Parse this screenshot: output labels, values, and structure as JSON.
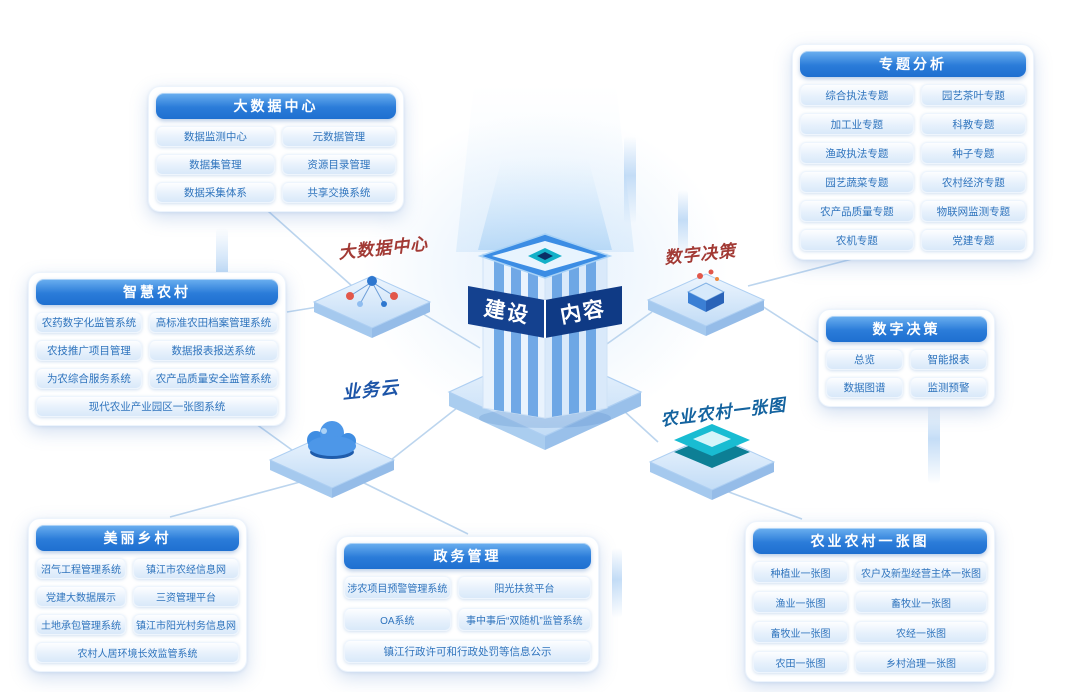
{
  "colors": {
    "accent": "#2b7cd9",
    "pill_text": "#2f74bd",
    "label_red": "#a23a35",
    "label_blue": "#1d55a8"
  },
  "panels": {
    "bigdata": {
      "title": "大数据中心",
      "items": [
        "数据监测中心",
        "元数据管理",
        "数据集管理",
        "资源目录管理",
        "数据采集体系",
        "共享交换系统"
      ]
    },
    "thematic": {
      "title": "专题分析",
      "items": [
        "综合执法专题",
        "园艺茶叶专题",
        "加工业专题",
        "科教专题",
        "渔政执法专题",
        "种子专题",
        "园艺蔬菜专题",
        "农村经济专题",
        "农产品质量专题",
        "物联网监测专题",
        "农机专题",
        "党建专题"
      ]
    },
    "smartrural": {
      "title": "智慧农村",
      "items": [
        "农药数字化监管系统",
        "高标准农田档案管理系统",
        "农技推广项目管理",
        "数据报表报送系统",
        "为农综合服务系统",
        "农产品质量安全监管系统",
        "现代农业产业园区一张图系统"
      ]
    },
    "decision": {
      "title": "数字决策",
      "items": [
        "总览",
        "智能报表",
        "数据图谱",
        "监测预警"
      ]
    },
    "village": {
      "title": "美丽乡村",
      "items": [
        "沼气工程管理系统",
        "镇江市农经信息网",
        "党建大数据展示",
        "三资管理平台",
        "土地承包管理系统",
        "镇江市阳光村务信息网",
        "农村人居环境长效监管系统"
      ]
    },
    "gov": {
      "title": "政务管理",
      "items": [
        "涉农项目预警管理系统",
        "阳光扶贫平台",
        "OA系统",
        "事中事后“双随机”监管系统",
        "镇江行政许可和行政处罚等信息公示"
      ]
    },
    "onemap": {
      "title": "农业农村一张图",
      "items": [
        "种植业一张图",
        "农户及新型经营主体一张图",
        "渔业一张图",
        "畜牧业一张图",
        "畜牧业一张图",
        "农经一张图",
        "农田一张图",
        "乡村治理一张图"
      ]
    }
  },
  "labels": {
    "bigdata": "大数据中心",
    "decision": "数字决策",
    "cloud": "业务云",
    "onemap": "农业农村一张图"
  },
  "center": {
    "left": "建设",
    "right": "内容"
  }
}
